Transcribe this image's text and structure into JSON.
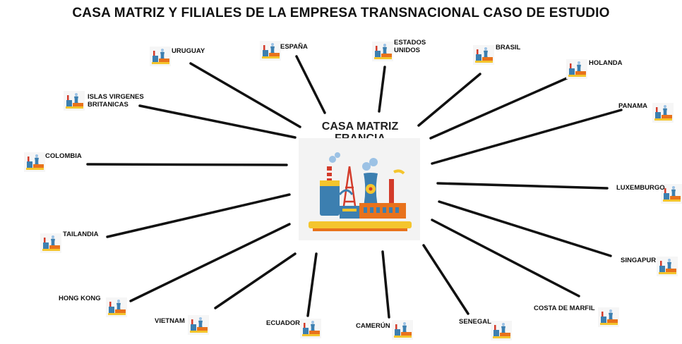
{
  "title": "CASA MATRIZ Y FILIALES DE LA EMPRESA TRANSNACIONAL CASO DE ESTUDIO",
  "hq": {
    "line1": "CASA MATRIZ",
    "line2": "FRANCIA",
    "icon": "factory-illustration-icon"
  },
  "colors": {
    "line": "#111111",
    "factory_blue": "#3c7fb0",
    "factory_orange": "#e8721c",
    "factory_red": "#d33b2a",
    "factory_yellow": "#f4c52d"
  },
  "subsidiaries": [
    {
      "id": "uruguay",
      "label": "URUGUAY",
      "icon": "factory-icon"
    },
    {
      "id": "espana",
      "label": "ESPAÑA",
      "icon": "factory-icon"
    },
    {
      "id": "estados-unidos",
      "label": "ESTADOS UNIDOS",
      "lines": [
        "ESTADOS",
        "UNIDOS"
      ],
      "icon": "factory-icon"
    },
    {
      "id": "brasil",
      "label": "BRASIL",
      "icon": "factory-icon"
    },
    {
      "id": "holanda",
      "label": "HOLANDA",
      "icon": "factory-icon"
    },
    {
      "id": "islas-virgenes",
      "label": "ISLAS VIRGENES BRITANICAS",
      "lines": [
        "ISLAS VIRGENES",
        "BRITANICAS"
      ],
      "icon": "factory-icon"
    },
    {
      "id": "panama",
      "label": "PANAMA",
      "icon": "factory-icon"
    },
    {
      "id": "colombia",
      "label": "COLOMBIA",
      "icon": "factory-icon"
    },
    {
      "id": "luxemburgo",
      "label": "LUXEMBURGO",
      "icon": "factory-icon"
    },
    {
      "id": "tailandia",
      "label": "TAILANDIA",
      "icon": "factory-icon"
    },
    {
      "id": "singapur",
      "label": "SINGAPUR",
      "icon": "factory-icon"
    },
    {
      "id": "hong-kong",
      "label": "HONG KONG",
      "icon": "factory-icon"
    },
    {
      "id": "costa-de-marfil",
      "label": "COSTA DE MARFIL",
      "icon": "factory-icon"
    },
    {
      "id": "vietnam",
      "label": "VIETNAM",
      "icon": "factory-icon"
    },
    {
      "id": "ecuador",
      "label": "ECUADOR",
      "icon": "factory-icon"
    },
    {
      "id": "camerun",
      "label": "CAMERÚN",
      "icon": "factory-icon"
    },
    {
      "id": "senegal",
      "label": "SENEGAL",
      "icon": "factory-icon"
    }
  ]
}
